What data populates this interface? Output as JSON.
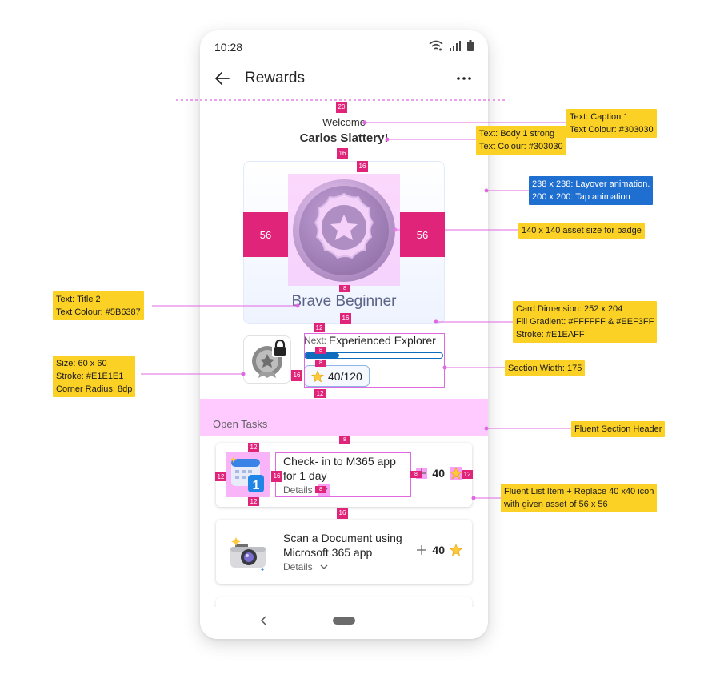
{
  "status_bar": {
    "time": "10:28"
  },
  "app_bar": {
    "title": "Rewards"
  },
  "greeting": {
    "welcome": "Welcome",
    "user_name": "Carlos Slattery!"
  },
  "badge": {
    "name": "Brave Beginner"
  },
  "next_level": {
    "prefix": "Next:",
    "name": "Experienced Explorer",
    "points": "40/120",
    "progress_fraction": 0.25
  },
  "section": {
    "label": "Open Tasks"
  },
  "tasks": [
    {
      "title": "Check- in to M365 app for 1 day",
      "details": "Details",
      "points": "40"
    },
    {
      "title": "Scan a Document using Microsoft 365 app",
      "details": "Details",
      "points": "40"
    }
  ],
  "spacing_tags": {
    "top": "20",
    "welcome_gap": "16",
    "card_top": "16",
    "side_left": "56",
    "side_right": "56",
    "badge_to_name": "8",
    "card_bottom": "16",
    "next_top": "12",
    "next_inner_1": "8",
    "next_inner_2": "8",
    "next_gap": "16",
    "next_bottom": "12",
    "section_bottom": "8",
    "item_top": "12",
    "item_left": "12",
    "item_icon_gap": "16",
    "item_bottom": "12",
    "item_details_gap": "8",
    "item_points_gap": "8",
    "item_right": "12",
    "item_between": "16"
  },
  "annotations": {
    "caption": [
      "Text: Caption 1",
      "Text Colour: #303030"
    ],
    "body": [
      "Text: Body 1 strong",
      "Text Colour: #303030"
    ],
    "animation": [
      "238 x 238: Layover animation.",
      "200 x 200: Tap animation"
    ],
    "asset": [
      "140 x 140 asset size for badge"
    ],
    "title2": [
      "Text: Title 2",
      "Text Colour: #5B6387"
    ],
    "card": [
      "Card Dimension: 252 x 204",
      "Fill Gradient: #FFFFFF & #EEF3FF",
      "Stroke: #E1EAFF"
    ],
    "size": [
      "Size: 60 x 60",
      "Stroke: #E1E1E1",
      "Corner Radius: 8dp"
    ],
    "section_width": [
      "Section Width: 175"
    ],
    "section_header": [
      "Fluent Section Header"
    ],
    "list_item": [
      "Fluent List Item + Replace 40 x40 icon",
      "with given asset of 56 x 56"
    ]
  },
  "colors": {
    "accent": "#e0247a",
    "redline_pink": "#fecaff",
    "annotation_yellow": "#fcd125",
    "annotation_blue": "#1f6fd1",
    "progress_blue": "#0f6cbd",
    "badge_text": "#5B6387",
    "body_text": "#303030"
  },
  "icons": [
    "wifi-icon",
    "signal-icon",
    "battery-icon",
    "back-arrow-icon",
    "more-icon",
    "badge-medal-icon",
    "locked-badge-icon",
    "star-icon",
    "calendar-icon",
    "camera-icon",
    "chevron-down-icon",
    "plus-icon",
    "nav-back-icon",
    "nav-home-pill"
  ]
}
